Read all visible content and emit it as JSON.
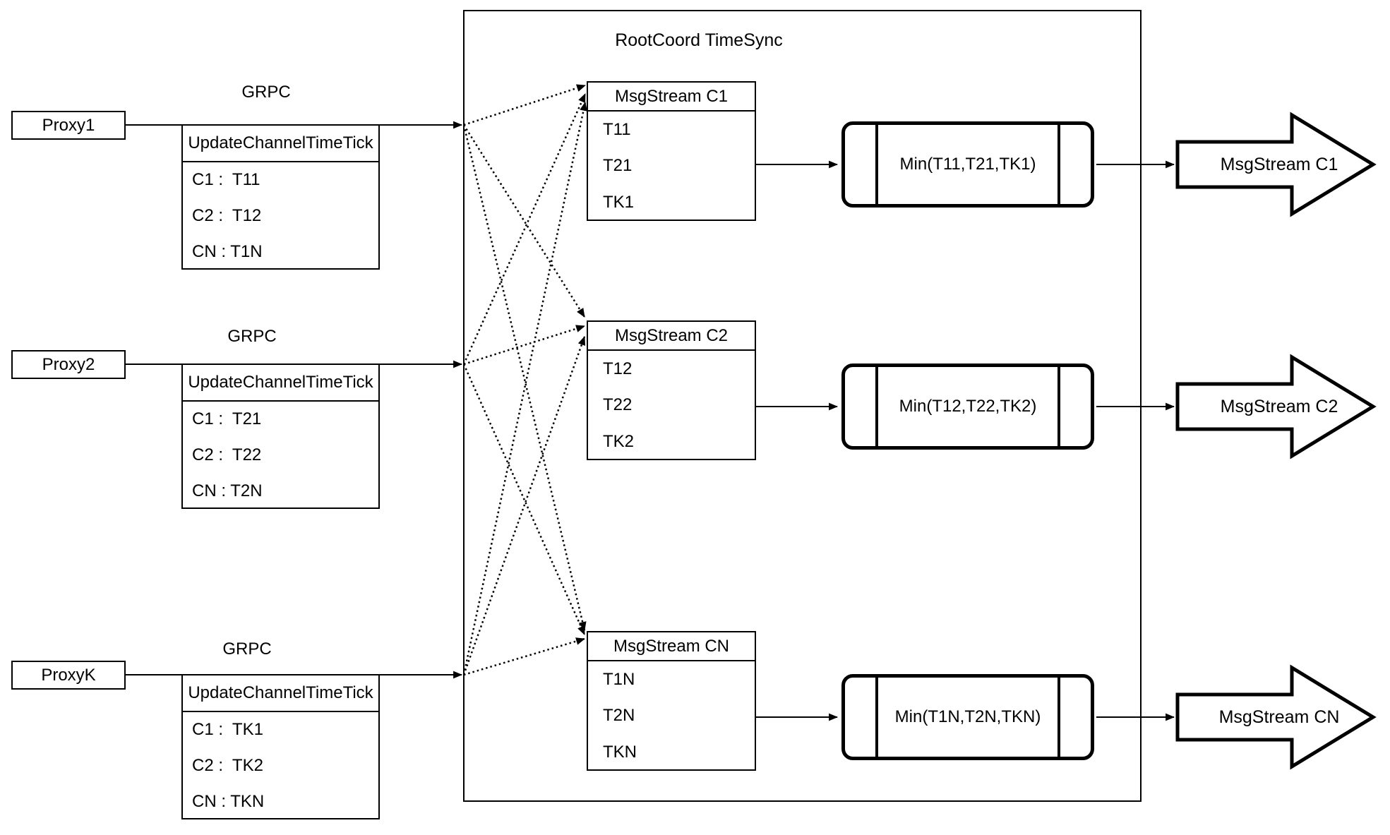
{
  "diagram": {
    "title": "RootCoord TimeSync",
    "colors": {
      "stroke": "#000000",
      "background": "#ffffff",
      "fill": "#ffffff"
    },
    "proxies": [
      {
        "name": "Proxy1",
        "protocol": "GRPC",
        "message": {
          "header": "UpdateChannelTimeTick",
          "rows": [
            "C1 :  T11",
            "C2 :  T12",
            "CN : T1N"
          ]
        }
      },
      {
        "name": "Proxy2",
        "protocol": "GRPC",
        "message": {
          "header": "UpdateChannelTimeTick",
          "rows": [
            "C1 :  T21",
            "C2 :  T22",
            "CN : T2N"
          ]
        }
      },
      {
        "name": "ProxyK",
        "protocol": "GRPC",
        "message": {
          "header": "UpdateChannelTimeTick",
          "rows": [
            "C1 :  TK1",
            "C2 :  TK2",
            "CN : TKN"
          ]
        }
      }
    ],
    "streams": [
      {
        "header": "MsgStream C1",
        "ticks": [
          "T11",
          "T21",
          "TK1"
        ],
        "min_label": "Min(T11,T21,TK1)",
        "output_label": "MsgStream C1"
      },
      {
        "header": "MsgStream C2",
        "ticks": [
          "T12",
          "T22",
          "TK2"
        ],
        "min_label": "Min(T12,T22,TK2)",
        "output_label": "MsgStream C2"
      },
      {
        "header": "MsgStream CN",
        "ticks": [
          "T1N",
          "T2N",
          "TKN"
        ],
        "min_label": "Min(T1N,T2N,TKN)",
        "output_label": "MsgStream CN"
      }
    ]
  }
}
